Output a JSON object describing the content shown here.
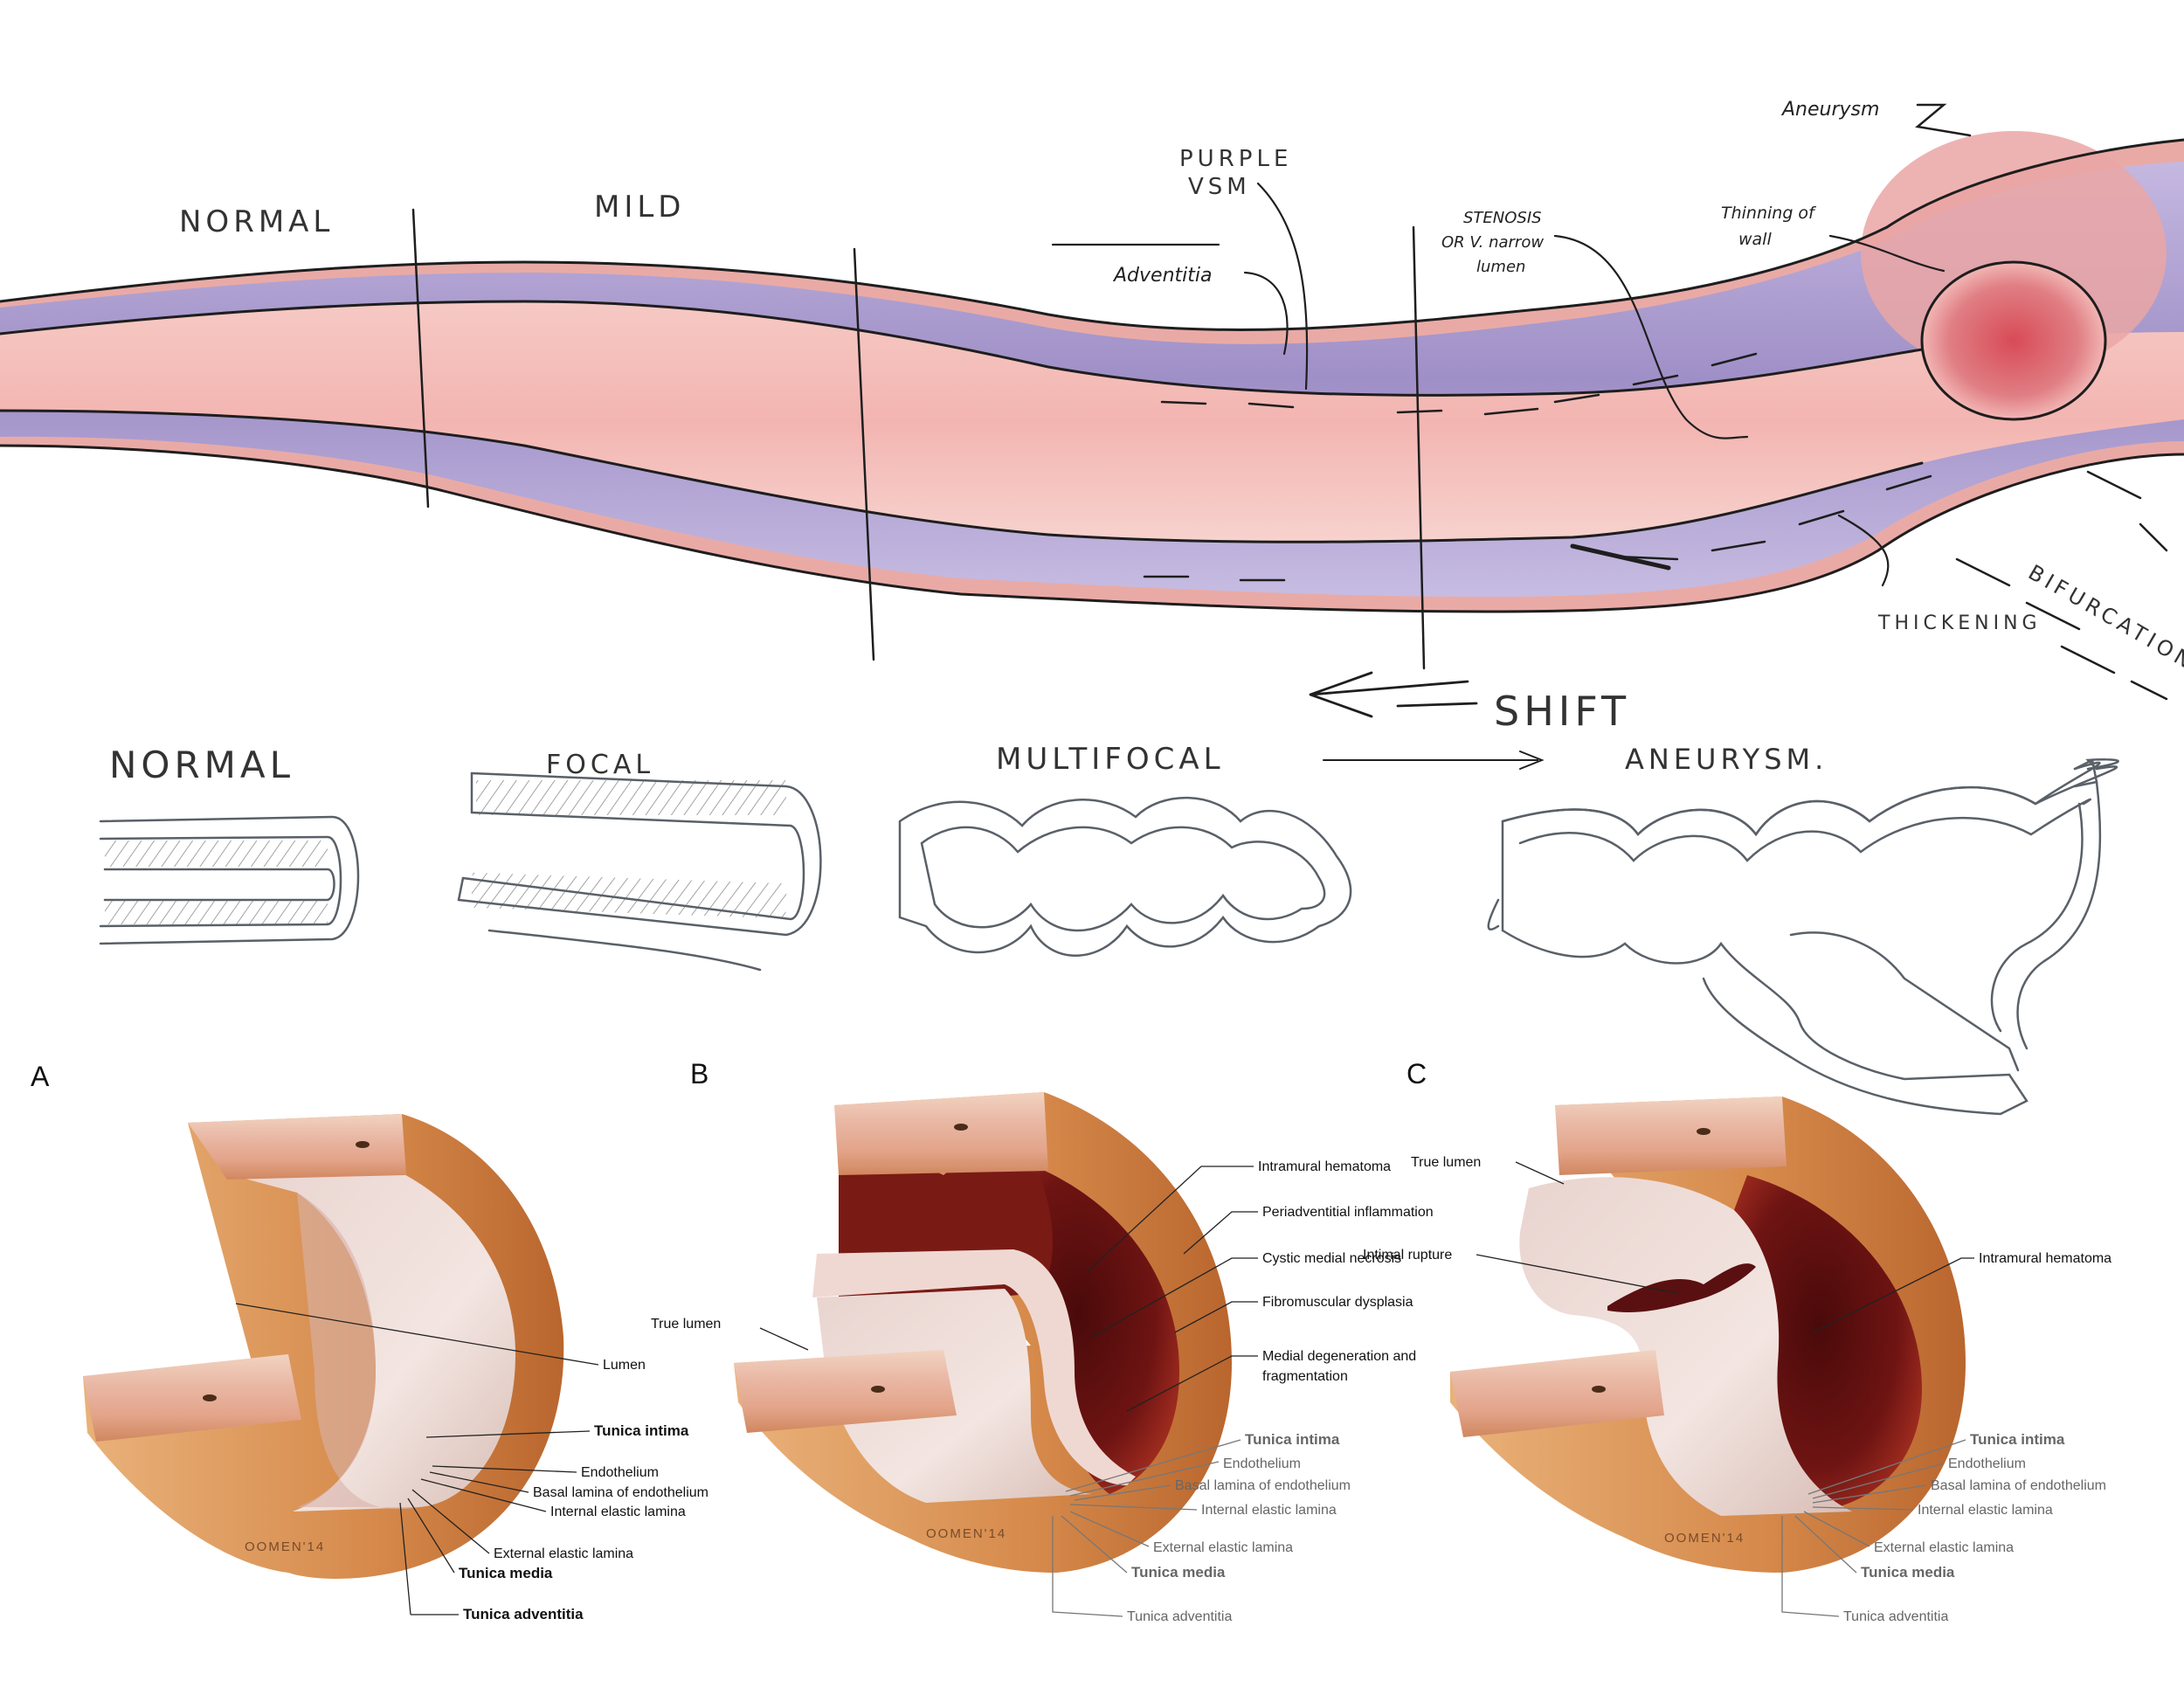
{
  "sketch": {
    "stages": [
      "NORMAL",
      "MILD"
    ],
    "notes": {
      "purple_vsm": [
        "PURPLE",
        "VSM"
      ],
      "adventitia": "Adventitia",
      "stenosis": [
        "STENOSIS",
        "OR V. narrow",
        "lumen"
      ],
      "aneurysm": "Aneurysm",
      "thinning": [
        "Thinning of",
        "wall"
      ],
      "bifurcation": "BIFURCATION",
      "thickening": "THICKENING",
      "shift": "SHIFT"
    },
    "types": [
      "NORMAL",
      "FOCAL",
      "MULTIFOCAL",
      "ANEURYSM."
    ]
  },
  "panels": {
    "a": {
      "letter": "A",
      "labels": {
        "lumen": "Lumen",
        "tunica_intima": "Tunica intima",
        "endothelium": "Endothelium",
        "basal_lamina": "Basal lamina of endothelium",
        "internal_elastic": "Internal elastic lamina",
        "external_elastic": "External elastic lamina",
        "tunica_media": "Tunica media",
        "tunica_adventitia": "Tunica adventitia"
      },
      "signature": "OOMEN'14"
    },
    "b": {
      "letter": "B",
      "labels": {
        "true_lumen": "True lumen",
        "intramural_hematoma": "Intramural hematoma",
        "periadventitial": "Periadventitial inflammation",
        "cystic": "Cystic medial necrosis",
        "fibromuscular": "Fibromuscular dysplasia",
        "medial_degeneration": [
          "Medial degeneration and",
          "fragmentation"
        ],
        "tunica_intima": "Tunica intima",
        "endothelium": "Endothelium",
        "basal_lamina": "Basal lamina of endothelium",
        "internal_elastic": "Internal elastic lamina",
        "external_elastic": "External elastic lamina",
        "tunica_media": "Tunica media",
        "tunica_adventitia": "Tunica adventitia"
      },
      "signature": "OOMEN'14"
    },
    "c": {
      "letter": "C",
      "labels": {
        "true_lumen": "True lumen",
        "intimal_rupture": "Intimal rupture",
        "intramural_hematoma": "Intramural hematoma",
        "tunica_intima": "Tunica intima",
        "endothelium": "Endothelium",
        "basal_lamina": "Basal lamina of endothelium",
        "internal_elastic": "Internal elastic lamina",
        "external_elastic": "External elastic lamina",
        "tunica_media": "Tunica media",
        "tunica_adventitia": "Tunica adventitia"
      },
      "signature": "OOMEN'14"
    }
  },
  "colors": {
    "lumen_pink": "#f2b9b4",
    "wall_pink": "#e6a3a0",
    "media_purple": "#a594c9",
    "hematoma": "#6e1413",
    "adventitia_tan": "#d9965c",
    "wall_orange": "#c9662e",
    "pencil_gray": "#5a6068"
  }
}
